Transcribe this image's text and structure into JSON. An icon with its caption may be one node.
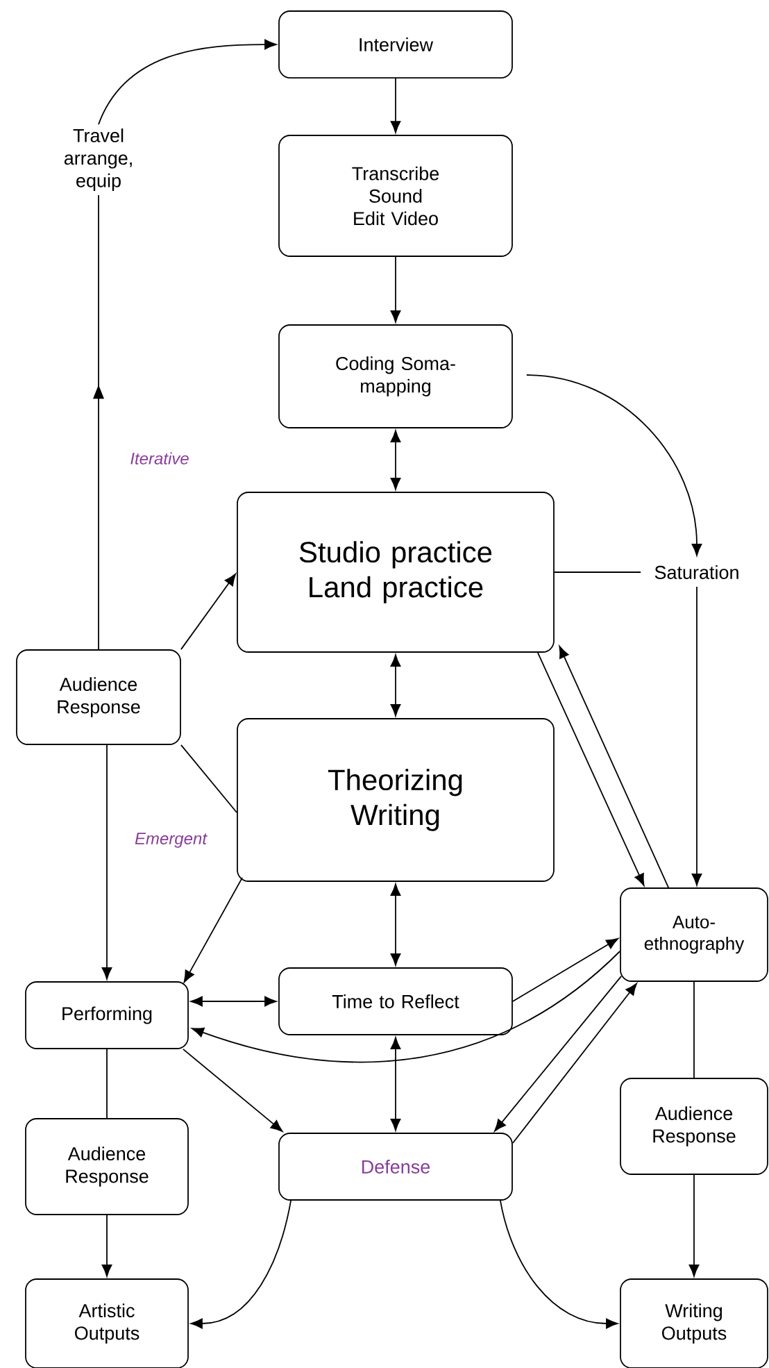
{
  "diagram": {
    "nodes": [
      {
        "text": [
          "Interview"
        ]
      },
      {
        "text": [
          "Transcribe Sound Edit Video"
        ]
      },
      {
        "text": [
          "Coding Soma-mapping"
        ]
      },
      {
        "text": [
          "Studio practice Land practice"
        ]
      },
      {
        "text": [
          "Theorizing Writing"
        ]
      },
      {
        "text": [
          "Travel arrange, equip"
        ]
      },
      {
        "text": [
          "Audience Response"
        ]
      },
      {
        "text": [
          "Saturation"
        ]
      },
      {
        "text": [
          "Auto-ethnography"
        ]
      },
      {
        "text": [
          "Performing"
        ]
      },
      {
        "text": [
          "Time to Reflect"
        ]
      },
      {
        "text": [
          "Audience Response"
        ]
      },
      {
        "text": [
          "Defense"
        ]
      },
      {
        "text": [
          "Audience Response"
        ]
      },
      {
        "text": [
          "Artistic Outputs"
        ]
      },
      {
        "text": [
          "Writing Outputs"
        ]
      }
    ],
    "edges": [
      {
        "from": 0,
        "to": 1,
        "arrow": "to"
      },
      {
        "from": 1,
        "to": 2,
        "arrow": "to"
      },
      {
        "from": 2,
        "to": 3,
        "arrow": "both"
      },
      {
        "from": 3,
        "to": 4,
        "arrow": "both"
      },
      {
        "from": 4,
        "to": 10,
        "arrow": "both"
      },
      {
        "from": 10,
        "to": 12,
        "arrow": "both"
      },
      {
        "from": 6,
        "to": 5,
        "arrow": "to"
      },
      {
        "from": 5,
        "to": 0,
        "arrow": "to"
      },
      {
        "from": 6,
        "to": 3,
        "arrow": "to"
      },
      {
        "from": 6,
        "to": 4,
        "arrow": "none"
      },
      {
        "from": 6,
        "to": 9,
        "arrow": "to"
      },
      {
        "from": 4,
        "to": 9,
        "arrow": "to"
      },
      {
        "from": 2,
        "to": 7,
        "arrow": "to"
      },
      {
        "from": 3,
        "to": 7,
        "arrow": "none"
      },
      {
        "from": 7,
        "to": 8,
        "arrow": "to"
      },
      {
        "from": 3,
        "to": 8,
        "arrow": "to"
      },
      {
        "from": 8,
        "to": 3,
        "arrow": "to"
      },
      {
        "from": 10,
        "to": 8,
        "arrow": "to"
      },
      {
        "from": 8,
        "to": 9,
        "arrow": "to"
      },
      {
        "from": 8,
        "to": 12,
        "arrow": "to"
      },
      {
        "from": 12,
        "to": 8,
        "arrow": "to"
      },
      {
        "from": 9,
        "to": 10,
        "arrow": "both"
      },
      {
        "from": 9,
        "to": 12,
        "arrow": "to"
      },
      {
        "from": 9,
        "to": 11,
        "arrow": "none"
      },
      {
        "from": 11,
        "to": 14,
        "arrow": "to"
      },
      {
        "from": 12,
        "to": 14,
        "arrow": "to"
      },
      {
        "from": 12,
        "to": 15,
        "arrow": "to"
      },
      {
        "from": 8,
        "to": 13,
        "arrow": "none"
      },
      {
        "from": 13,
        "to": 15,
        "arrow": "to"
      }
    ],
    "labels": [
      "Iterative",
      "Emergent"
    ]
  }
}
